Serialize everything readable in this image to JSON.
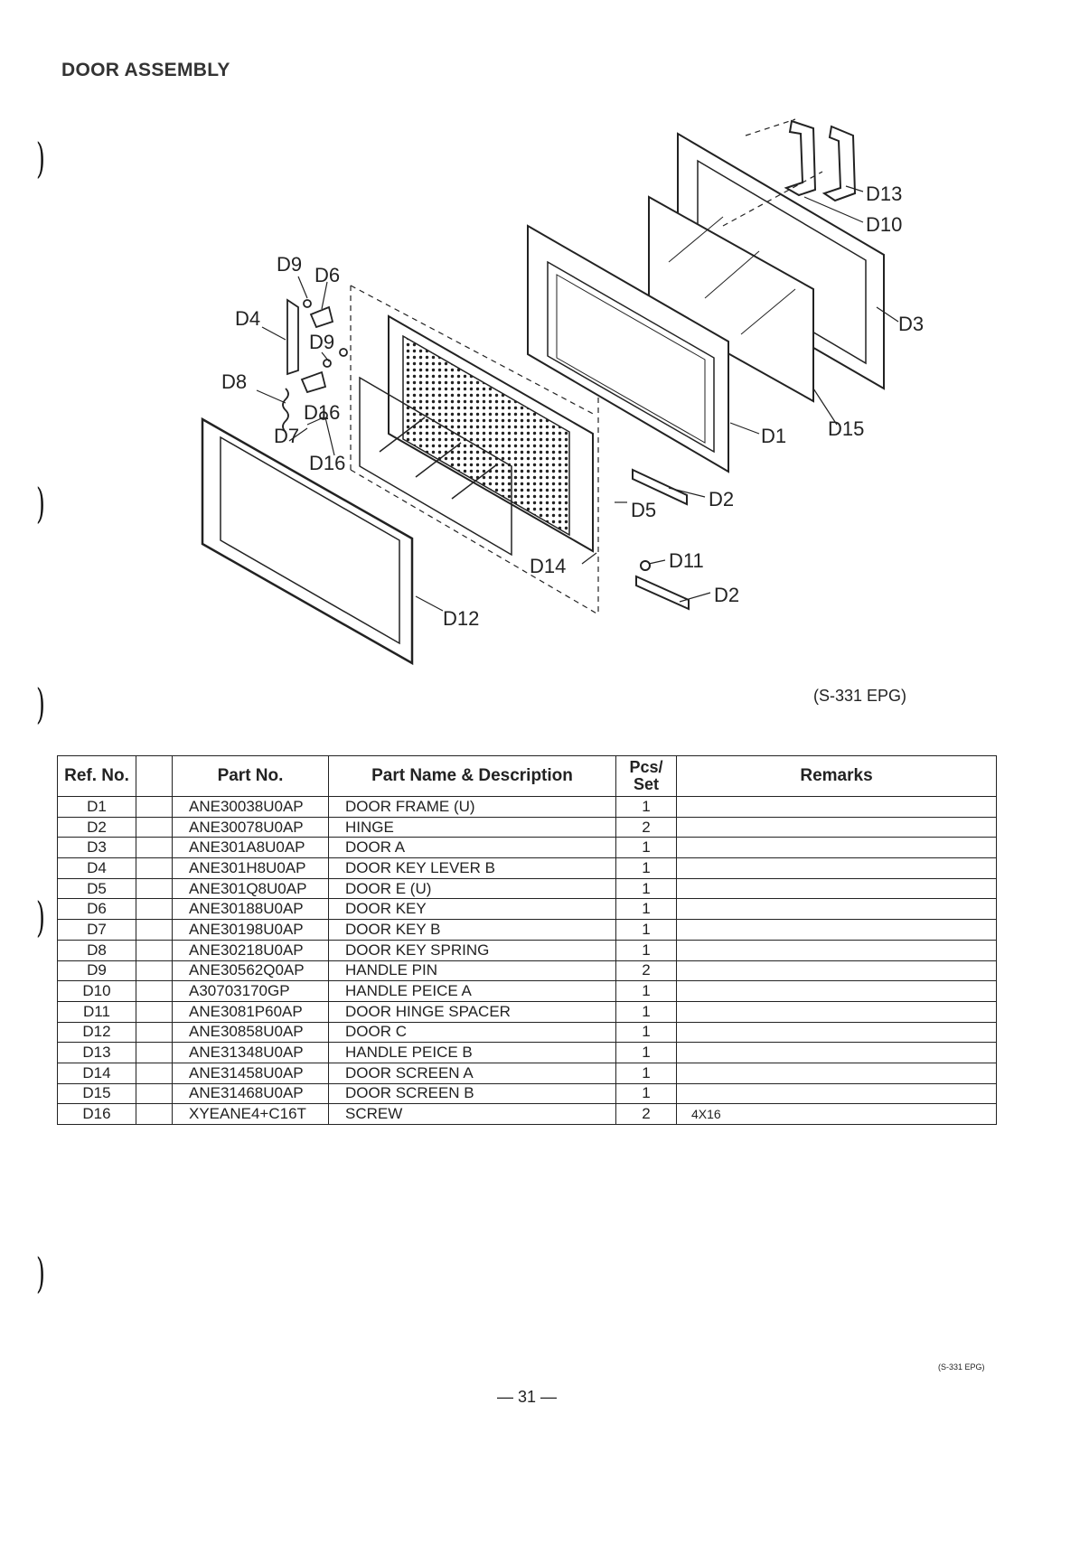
{
  "page": {
    "title": "DOOR ASSEMBLY",
    "model_caption": "(S-331 EPG)",
    "page_number": "— 31 —",
    "footer_code": "(S-331 EPG)"
  },
  "diagram": {
    "callouts": [
      "D9",
      "D6",
      "D4",
      "D9",
      "D8",
      "D16",
      "D7",
      "D16",
      "D13",
      "D10",
      "D3",
      "D1",
      "D15",
      "D2",
      "D5",
      "D14",
      "D11",
      "D2",
      "D12"
    ]
  },
  "table": {
    "headers": {
      "ref": "Ref. No.",
      "part": "Part No.",
      "name": "Part Name & Description",
      "pcs_line1": "Pcs/",
      "pcs_line2": "Set",
      "remarks": "Remarks"
    },
    "rows": [
      {
        "ref": "D1",
        "part": "ANE30038U0AP",
        "name": "DOOR FRAME (U)",
        "pcs": "1",
        "remarks": ""
      },
      {
        "ref": "D2",
        "part": "ANE30078U0AP",
        "name": "HINGE",
        "pcs": "2",
        "remarks": ""
      },
      {
        "ref": "D3",
        "part": "ANE301A8U0AP",
        "name": "DOOR A",
        "pcs": "1",
        "remarks": ""
      },
      {
        "ref": "D4",
        "part": "ANE301H8U0AP",
        "name": "DOOR KEY LEVER B",
        "pcs": "1",
        "remarks": ""
      },
      {
        "ref": "D5",
        "part": "ANE301Q8U0AP",
        "name": "DOOR E (U)",
        "pcs": "1",
        "remarks": ""
      },
      {
        "ref": "D6",
        "part": "ANE30188U0AP",
        "name": "DOOR KEY",
        "pcs": "1",
        "remarks": ""
      },
      {
        "ref": "D7",
        "part": "ANE30198U0AP",
        "name": "DOOR KEY B",
        "pcs": "1",
        "remarks": ""
      },
      {
        "ref": "D8",
        "part": "ANE30218U0AP",
        "name": "DOOR KEY SPRING",
        "pcs": "1",
        "remarks": ""
      },
      {
        "ref": "D9",
        "part": "ANE30562Q0AP",
        "name": "HANDLE PIN",
        "pcs": "2",
        "remarks": ""
      },
      {
        "ref": "D10",
        "part": "A30703170GP",
        "name": "HANDLE PEICE A",
        "pcs": "1",
        "remarks": ""
      },
      {
        "ref": "D11",
        "part": "ANE3081P60AP",
        "name": "DOOR HINGE SPACER",
        "pcs": "1",
        "remarks": ""
      },
      {
        "ref": "D12",
        "part": "ANE30858U0AP",
        "name": "DOOR C",
        "pcs": "1",
        "remarks": ""
      },
      {
        "ref": "D13",
        "part": "ANE31348U0AP",
        "name": "HANDLE PEICE B",
        "pcs": "1",
        "remarks": ""
      },
      {
        "ref": "D14",
        "part": "ANE31458U0AP",
        "name": "DOOR SCREEN A",
        "pcs": "1",
        "remarks": ""
      },
      {
        "ref": "D15",
        "part": "ANE31468U0AP",
        "name": "DOOR SCREEN B",
        "pcs": "1",
        "remarks": ""
      },
      {
        "ref": "D16",
        "part": "XYEANE4+C16T",
        "name": "SCREW",
        "pcs": "2",
        "remarks": "4X16"
      }
    ]
  }
}
